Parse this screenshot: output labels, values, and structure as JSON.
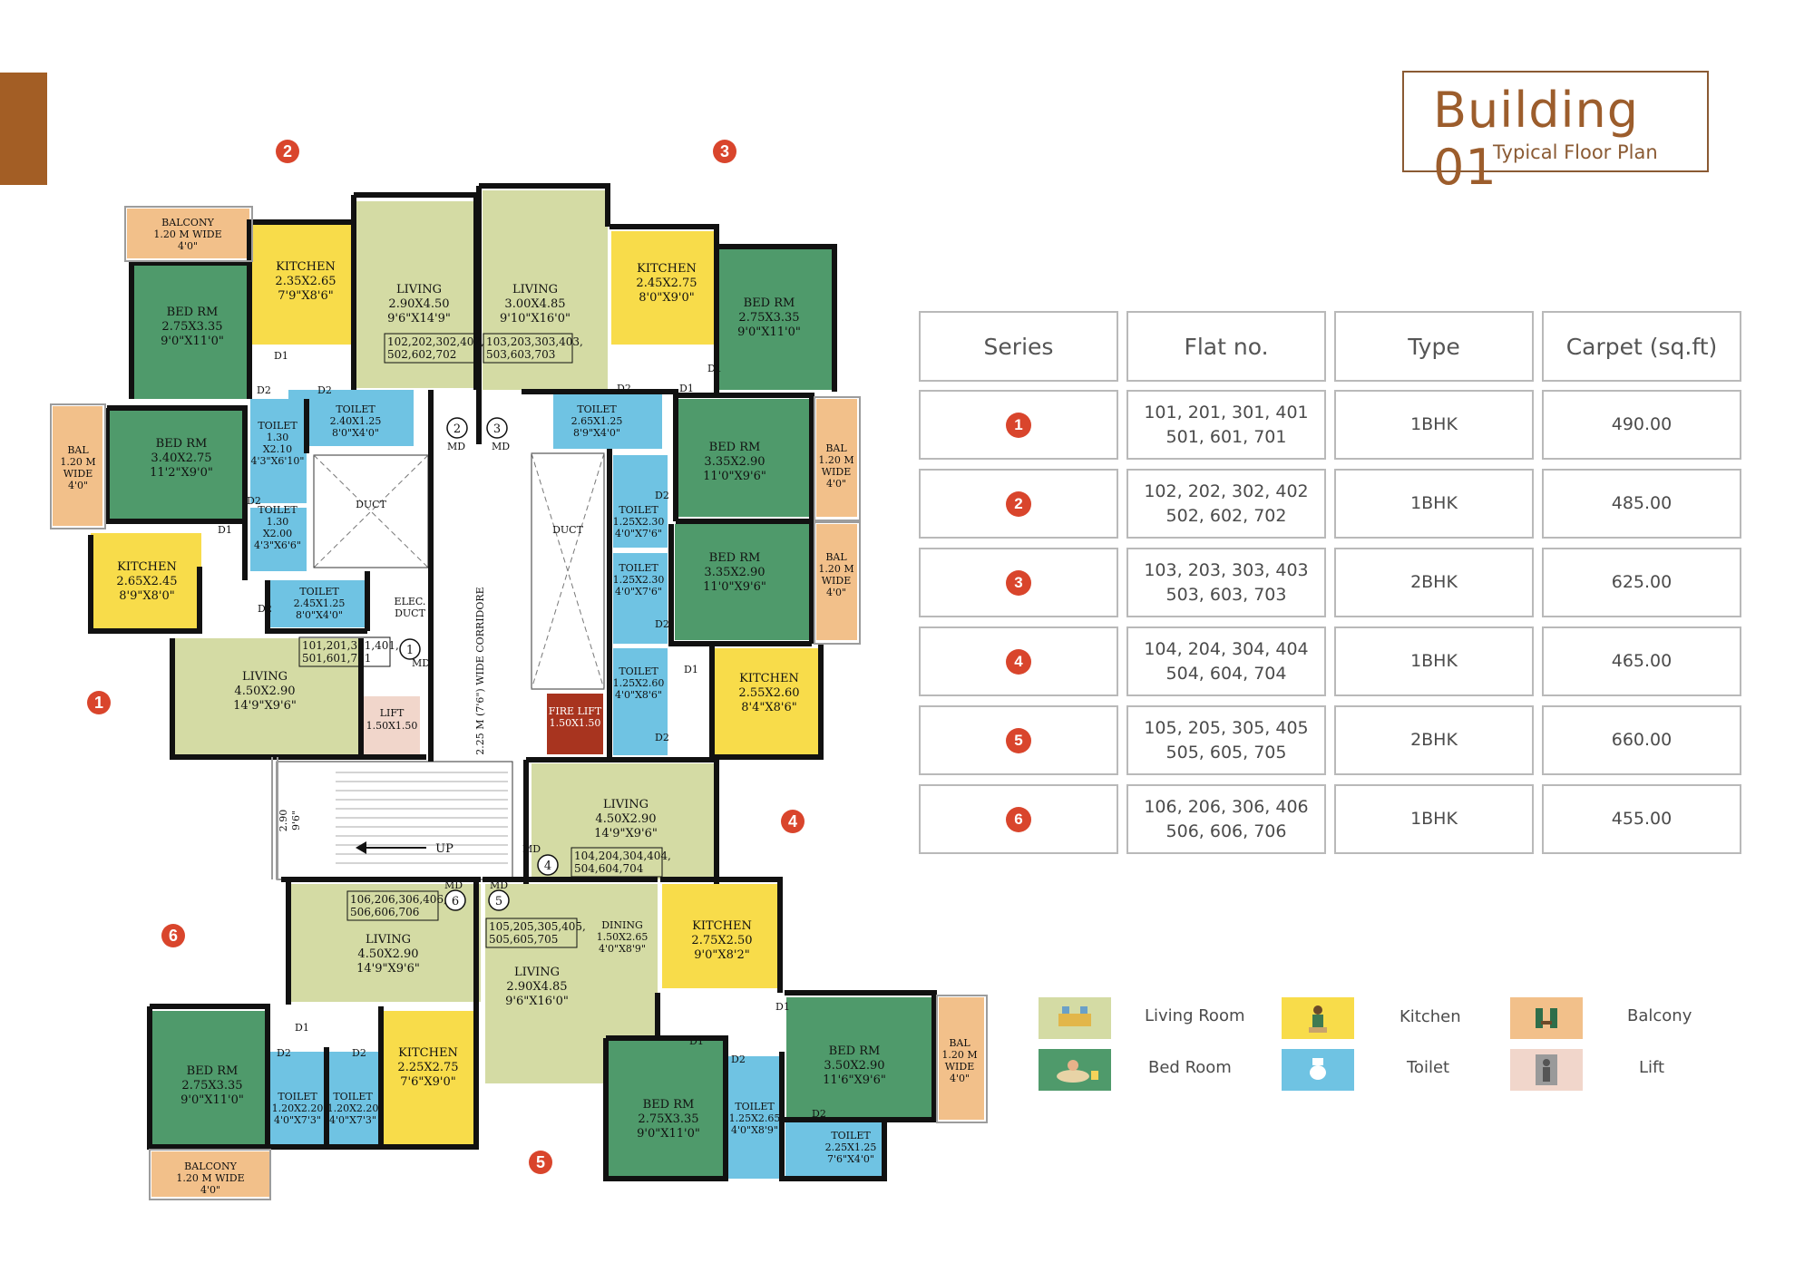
{
  "header": {
    "title": "Building 01",
    "subtitle": "Typical Floor Plan",
    "accent_color": "#a35e25"
  },
  "table": {
    "headers": [
      "Series",
      "Flat no.",
      "Type",
      "Carpet (sq.ft)"
    ],
    "rows": [
      {
        "series": "1",
        "flat_line1": "101, 201, 301, 401",
        "flat_line2": "501, 601, 701",
        "type": "1BHK",
        "carpet": "490.00"
      },
      {
        "series": "2",
        "flat_line1": "102, 202, 302, 402",
        "flat_line2": "502, 602, 702",
        "type": "1BHK",
        "carpet": "485.00"
      },
      {
        "series": "3",
        "flat_line1": "103, 203, 303, 403",
        "flat_line2": "503, 603, 703",
        "type": "2BHK",
        "carpet": "625.00"
      },
      {
        "series": "4",
        "flat_line1": "104, 204, 304, 404",
        "flat_line2": "504, 604, 704",
        "type": "1BHK",
        "carpet": "465.00"
      },
      {
        "series": "5",
        "flat_line1": "105, 205, 305, 405",
        "flat_line2": "505, 605, 705",
        "type": "2BHK",
        "carpet": "660.00"
      },
      {
        "series": "6",
        "flat_line1": "106, 206, 306, 406",
        "flat_line2": "506, 606, 706",
        "type": "1BHK",
        "carpet": "455.00"
      }
    ]
  },
  "legend": {
    "living": "Living Room",
    "bedroom": "Bed Room",
    "kitchen": "Kitchen",
    "toilet": "Toilet",
    "balcony": "Balcony",
    "lift": "Lift"
  },
  "colors": {
    "living": "#d4dba4",
    "bedroom": "#4f9a6b",
    "kitchen": "#f8dc4a",
    "toilet": "#6fc3e3",
    "balcony": "#f2c08a",
    "lift": "#f1d6cb",
    "fire_lift": "#a8341f",
    "series_marker": "#d9452c"
  },
  "plan": {
    "series_markers": [
      "1",
      "2",
      "3",
      "4",
      "5",
      "6"
    ],
    "rooms": {
      "balcony_2": [
        "BALCONY",
        "1.20 M WIDE",
        "4'0\""
      ],
      "kitchen_2": [
        "KITCHEN",
        "2.35X2.65",
        "7'9\"X8'6\""
      ],
      "living_2": [
        "LIVING",
        "2.90X4.50",
        "9'6\"X14'9\""
      ],
      "flats_2": [
        "102,202,302,402,",
        "502,602,702"
      ],
      "living_3": [
        "LIVING",
        "3.00X4.85",
        "9'10\"X16'0\""
      ],
      "flats_3": [
        "103,203,303,403,",
        "503,603,703"
      ],
      "kitchen_3": [
        "KITCHEN",
        "2.45X2.75",
        "8'0\"X9'0\""
      ],
      "bed_3a": [
        "BED RM",
        "2.75X3.35",
        "9'0\"X11'0\""
      ],
      "bed_2": [
        "BED RM",
        "2.75X3.35",
        "9'0\"X11'0\""
      ],
      "bed_1": [
        "BED RM",
        "3.40X2.75",
        "11'2\"X9'0\""
      ],
      "bal_1": [
        "BAL",
        "1.20 M",
        "WIDE",
        "4'0\""
      ],
      "toilet_1a": [
        "TOILET",
        "1.30",
        "X2.10",
        "4'3\"X6'10\""
      ],
      "toilet_2": [
        "TOILET",
        "2.40X1.25",
        "8'0\"X4'0\""
      ],
      "toilet_1b": [
        "TOILET",
        "1.30",
        "X2.00",
        "4'3\"X6'6\""
      ],
      "duct_1": [
        "DUCT"
      ],
      "toilet_3a": [
        "TOILET",
        "2.65X1.25",
        "8'9\"X4'0\""
      ],
      "bed_3b": [
        "BED RM",
        "3.35X2.90",
        "11'0\"X9'6\""
      ],
      "bal_3a": [
        "BAL",
        "1.20 M",
        "WIDE",
        "4'0\""
      ],
      "kitchen_1": [
        "KITCHEN",
        "2.65X2.45",
        "8'9\"X8'0\""
      ],
      "toilet_1c": [
        "TOILET",
        "2.45X1.25",
        "8'0\"X4'0\""
      ],
      "elec_duct": [
        "ELEC.",
        "DUCT"
      ],
      "duct_2": [
        "DUCT"
      ],
      "toilet_3b": [
        "TOILET",
        "1.25X2.30",
        "4'0\"X7'6\""
      ],
      "toilet_3c": [
        "TOILET",
        "1.25X2.30",
        "4'0\"X7'6\""
      ],
      "bed_3c": [
        "BED RM",
        "3.35X2.90",
        "11'0\"X9'6\""
      ],
      "bal_3b": [
        "BAL",
        "1.20 M",
        "WIDE",
        "4'0\""
      ],
      "flats_1": [
        "101,201,301,401,",
        "501,601,701"
      ],
      "living_1": [
        "LIVING",
        "4.50X2.90",
        "14'9\"X9'6\""
      ],
      "lift": [
        "LIFT",
        "1.50X1.50"
      ],
      "fire_lift": [
        "FIRE LIFT",
        "1.50X1.50"
      ],
      "toilet_4": [
        "TOILET",
        "1.25X2.60",
        "4'0\"X8'6\""
      ],
      "kitchen_4": [
        "KITCHEN",
        "2.55X2.60",
        "8'4\"X8'6\""
      ],
      "corridor": "2.25 M (7'6\") WIDE CORRIDORE",
      "stair_dim": [
        "2.90",
        "9'6\""
      ],
      "stair_up": "UP",
      "living_4": [
        "LIVING",
        "4.50X2.90",
        "14'9\"X9'6\""
      ],
      "flats_4": [
        "104,204,304,404,",
        "504,604,704"
      ],
      "flats_6": [
        "106,206,306,406,",
        "506,606,706"
      ],
      "living_6": [
        "LIVING",
        "4.50X2.90",
        "14'9\"X9'6\""
      ],
      "flats_5": [
        "105,205,305,405,",
        "505,605,705"
      ],
      "dining_5": [
        "DINING",
        "1.50X2.65",
        "4'0\"X8'9\""
      ],
      "kitchen_5": [
        "KITCHEN",
        "2.75X2.50",
        "9'0\"X8'2\""
      ],
      "living_5": [
        "LIVING",
        "2.90X4.85",
        "9'6\"X16'0\""
      ],
      "bed_6": [
        "BED RM",
        "2.75X3.35",
        "9'0\"X11'0\""
      ],
      "toilet_6a": [
        "TOILET",
        "1.20X2.20",
        "4'0\"X7'3\""
      ],
      "toilet_6b": [
        "TOILET",
        "1.20X2.20",
        "4'0\"X7'3\""
      ],
      "kitchen_6": [
        "KITCHEN",
        "2.25X2.75",
        "7'6\"X9'0\""
      ],
      "bed_5a": [
        "BED RM",
        "3.50X2.90",
        "11'6\"X9'6\""
      ],
      "bal_5": [
        "BAL",
        "1.20 M",
        "WIDE",
        "4'0\""
      ],
      "bed_5b": [
        "BED RM",
        "2.75X3.35",
        "9'0\"X11'0\""
      ],
      "toilet_5a": [
        "TOILET",
        "1.25X2.65",
        "4'0\"X8'9\""
      ],
      "toilet_5b": [
        "TOILET",
        "2.25X1.25",
        "7'6\"X4'0\""
      ],
      "balcony_6": [
        "BALCONY",
        "1.20 M WIDE",
        "4'0\""
      ]
    },
    "door_tags": {
      "d1": "D1",
      "d2": "D2",
      "md": "MD"
    }
  }
}
